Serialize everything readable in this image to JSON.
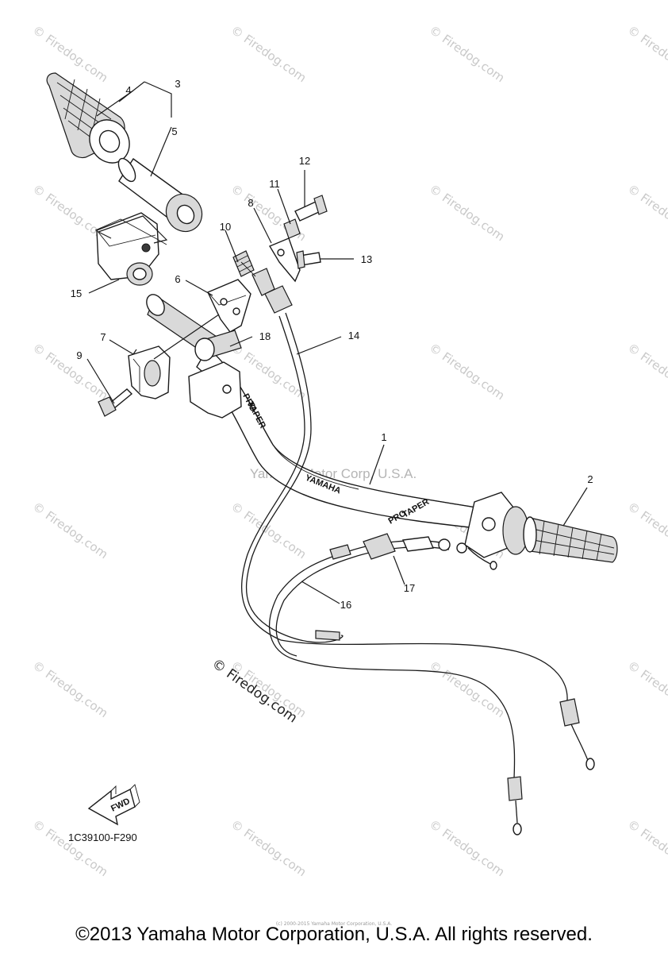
{
  "watermark": {
    "tile_text": "© Firedog.com",
    "center_text": "Yamaha Motor Corp, U.S.A.",
    "overlay_text": "© Firedog.com"
  },
  "callouts": [
    "1",
    "2",
    "3",
    "4",
    "5",
    "6",
    "7",
    "8",
    "9",
    "10",
    "11",
    "12",
    "13",
    "14",
    "15",
    "16",
    "17",
    "18"
  ],
  "handlebar_brand": {
    "pro": "PRO",
    "taper": "TAPER",
    "maker": "YAMAHA"
  },
  "fwd_label": "FWD",
  "diagram_code": "1C39100-F290",
  "tiny_note": "(c) 2000-2015 Yamaha Motor Corporation, U.S.A.",
  "footer": {
    "copyright": "©2013 Yamaha Motor Corporation, U.S.A. All rights reserved."
  }
}
